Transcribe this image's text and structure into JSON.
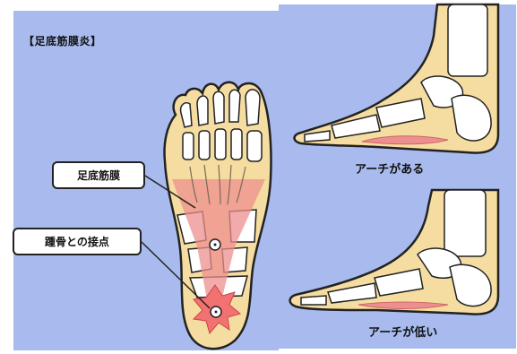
{
  "title": "【足底筋膜炎】",
  "labels": {
    "plantar_fascia": "足底筋膜",
    "heel_contact": "踵骨との接点"
  },
  "captions": {
    "high_arch": "アーチがある",
    "low_arch": "アーチが低い"
  },
  "colors": {
    "background": "#a9bbee",
    "skin": "#f5dca0",
    "skin_outline": "#222222",
    "bone": "#ffffff",
    "fascia": "#ee8f8f",
    "inflammation": "#f27272"
  }
}
